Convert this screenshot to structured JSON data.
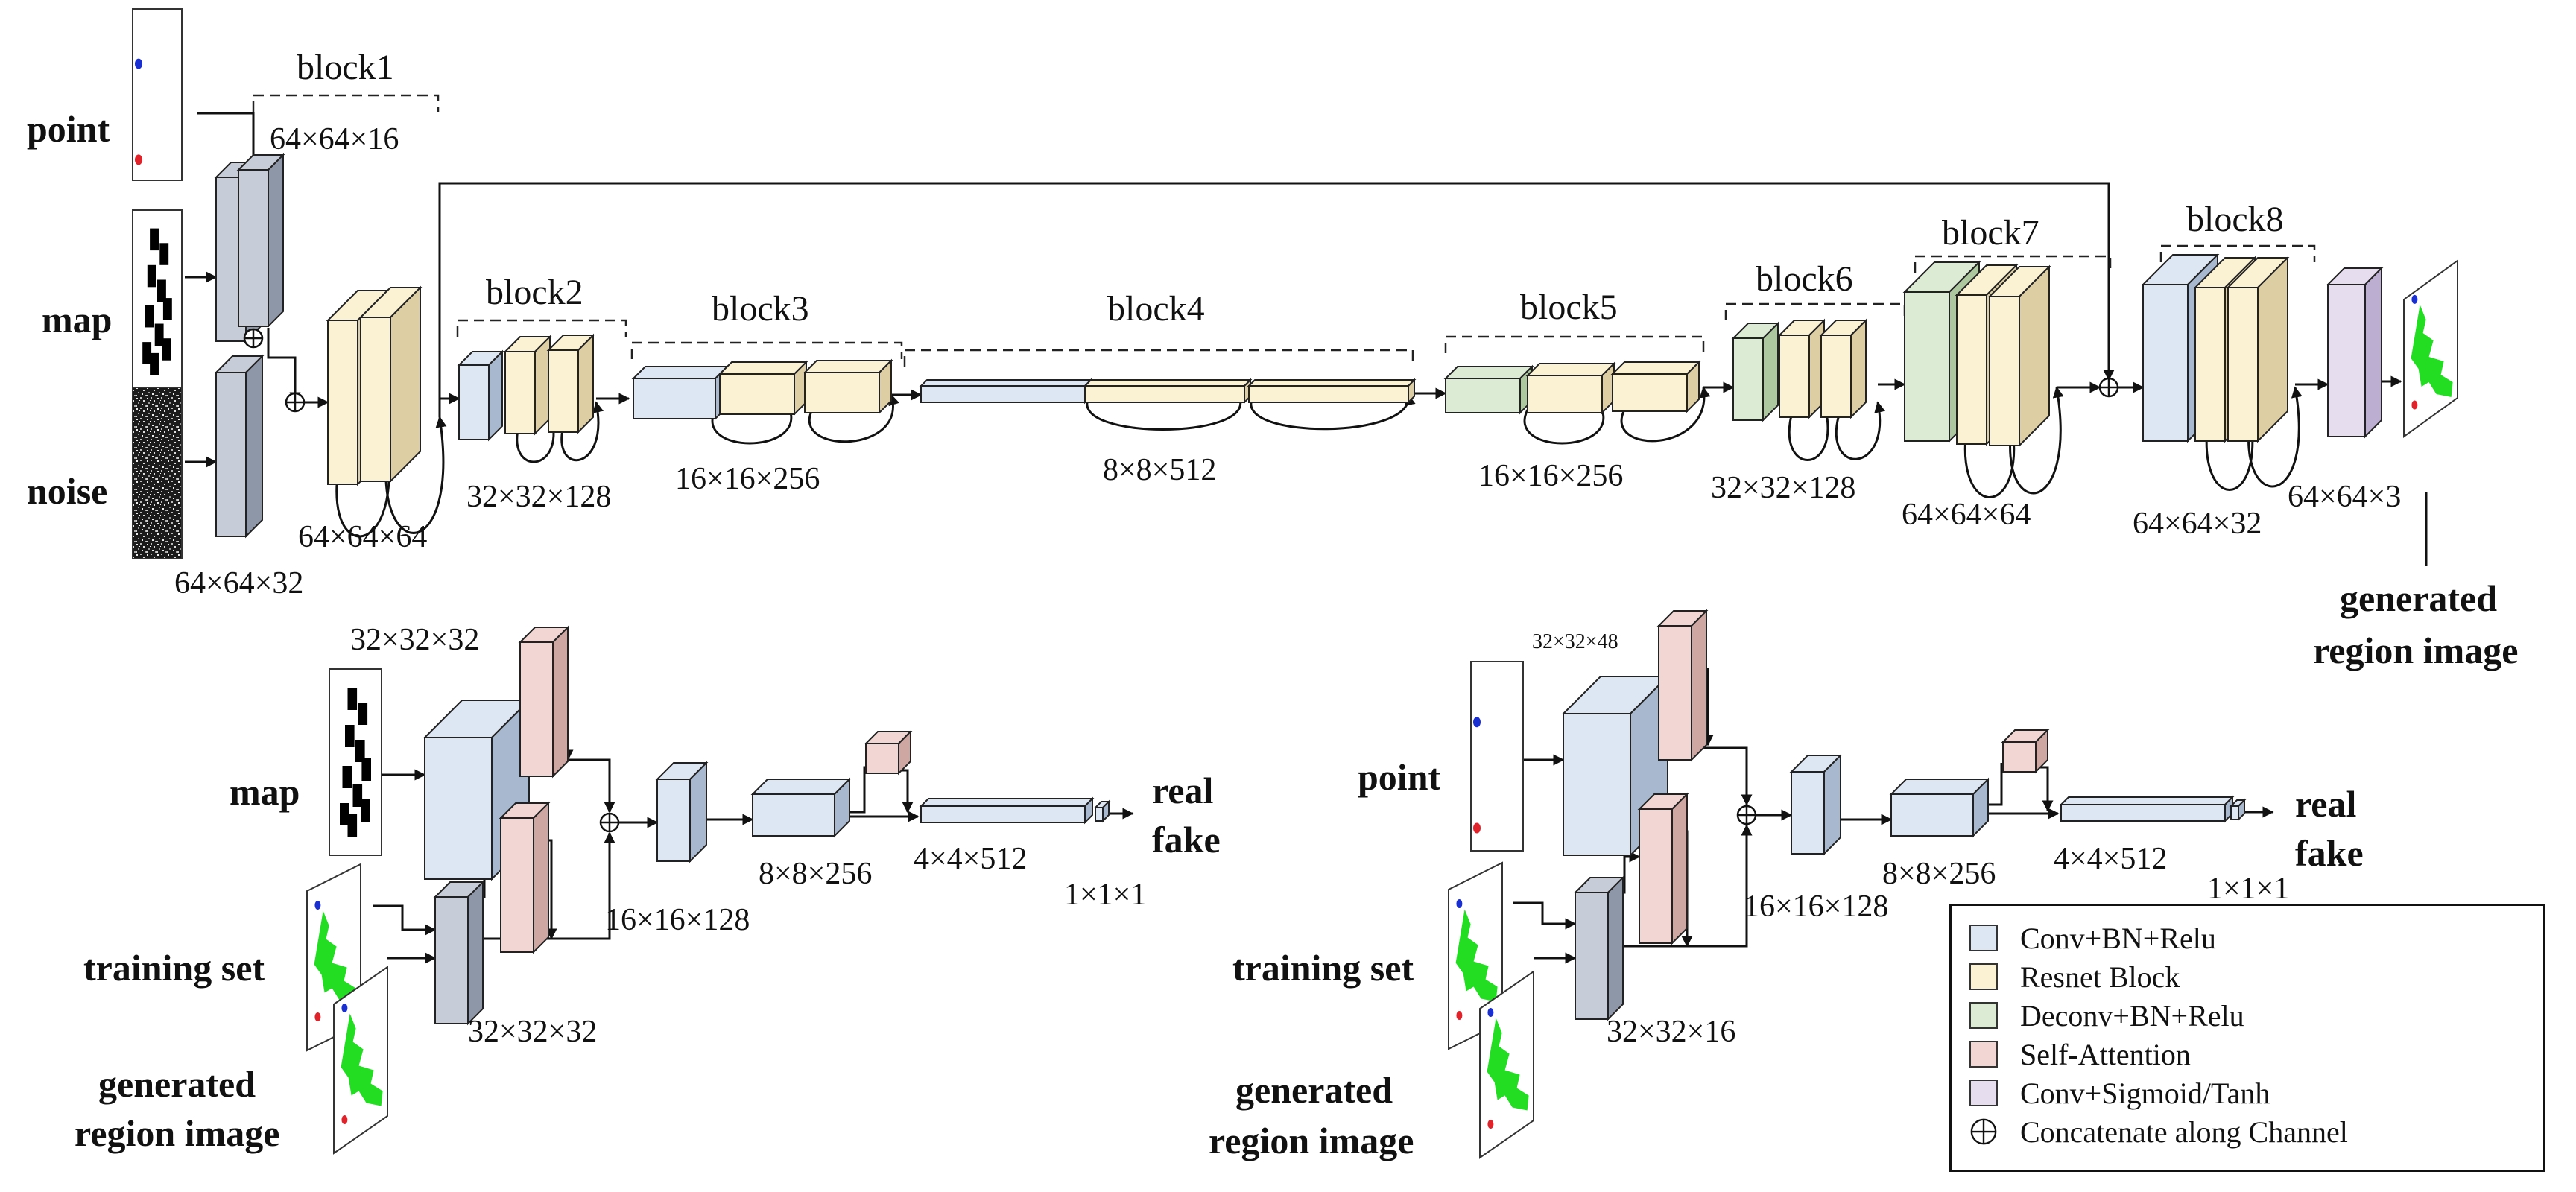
{
  "colors": {
    "conv": "#dde7f3",
    "convSide": "#a8b9cf",
    "resnet": "#fbf2d4",
    "resnetSide": "#ddcea4",
    "deconv": "#dcebd3",
    "deconvSide": "#adc79e",
    "attn": "#f2d6d3",
    "attnSide": "#cfa7a2",
    "sig": "#e6ddef",
    "sigSide": "#bcaed0",
    "gray": "#c7cdd8",
    "graySide": "#8e97a8",
    "line": "#111111",
    "green": "#22dd22"
  },
  "generator": {
    "inputs": {
      "point": "point",
      "map": "map",
      "noise": "noise"
    },
    "blocks": {
      "b1": "block1",
      "b2": "block2",
      "b3": "block3",
      "b4": "block4",
      "b5": "block5",
      "b6": "block6",
      "b7": "block7",
      "b8": "block8"
    },
    "dims": {
      "d1": "64×64×16",
      "d2": "64×64×32",
      "d3": "64×64×64",
      "d4": "32×32×128",
      "d5": "16×16×256",
      "d6": "8×8×512",
      "d7": "16×16×256",
      "d8": "32×32×128",
      "d9": "64×64×64",
      "d10": "64×64×32",
      "d11": "64×64×3"
    },
    "output": {
      "line1": "generated",
      "line2": "region image"
    }
  },
  "disc1": {
    "map": "map",
    "training": "training set",
    "gen1": "generated",
    "gen2": "region image",
    "dims": {
      "a": "32×32×32",
      "b": "16×16×128",
      "c": "8×8×256",
      "d": "4×4×512",
      "e": "1×1×1",
      "f": "32×32×32"
    },
    "real": "real",
    "fake": "fake"
  },
  "disc2": {
    "point": "point",
    "training": "training set",
    "gen1": "generated",
    "gen2": "region image",
    "dims": {
      "a": "32×32×48",
      "b": "16×16×128",
      "c": "8×8×256",
      "d": "4×4×512",
      "e": "1×1×1",
      "f": "32×32×16"
    },
    "real": "real",
    "fake": "fake"
  },
  "legend": [
    {
      "label": "Conv+BN+Relu",
      "color": "#dde7f3"
    },
    {
      "label": "Resnet Block",
      "color": "#fbf2d4"
    },
    {
      "label": "Deconv+BN+Relu",
      "color": "#dcebd3"
    },
    {
      "label": "Self-Attention",
      "color": "#f2d6d3"
    },
    {
      "label": "Conv+Sigmoid/Tanh",
      "color": "#e6ddef"
    }
  ],
  "legend_concat": "Concatenate along Channel"
}
